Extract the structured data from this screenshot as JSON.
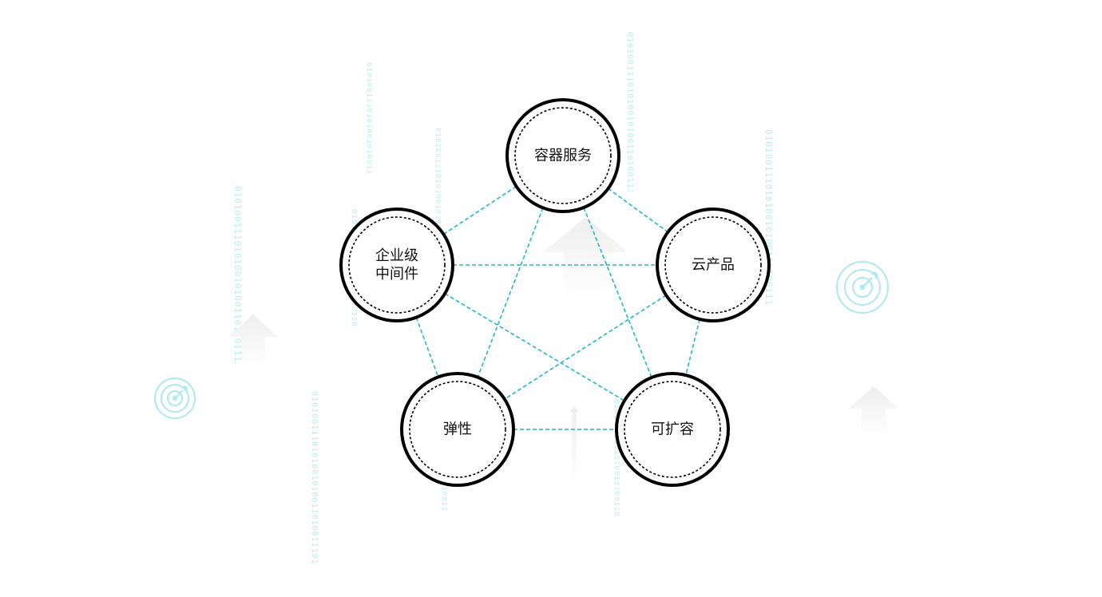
{
  "nodes": [
    {
      "id": "container",
      "label": "容器服务"
    },
    {
      "id": "middleware",
      "label": "企业级\n中间件"
    },
    {
      "id": "cloud",
      "label": "云产品"
    },
    {
      "id": "elastic",
      "label": "弹性"
    },
    {
      "id": "scalable",
      "label": "可扩容"
    }
  ],
  "edges": [
    [
      "container",
      "middleware"
    ],
    [
      "container",
      "cloud"
    ],
    [
      "middleware",
      "cloud"
    ],
    [
      "middleware",
      "elastic"
    ],
    [
      "cloud",
      "scalable"
    ],
    [
      "elastic",
      "scalable"
    ],
    [
      "container",
      "elastic"
    ],
    [
      "container",
      "scalable"
    ],
    [
      "middleware",
      "scalable"
    ],
    [
      "cloud",
      "elastic"
    ]
  ],
  "binary_strings": [
    "0101001110101001010011010011101",
    "0101001110101001010011010011101",
    "0101001110101001010011010011101",
    "0101001110101001010011010011101",
    "0101001110101001010011010011101",
    "0101001110101001010011010011101",
    "0101001110101001010011010011101",
    "0101001110101001010011010011101",
    "0101001110101001010011010011101"
  ],
  "colors": {
    "edge": "#1fb8cf",
    "node_stroke": "#000000",
    "binary_text": "#b9ecf3",
    "target_icon": "#9fe3ee",
    "arrow_fill": "#f0f0f0"
  },
  "decorations": {
    "icons": [
      "target-icon",
      "target-icon"
    ],
    "arrows": [
      "up-arrow-icon",
      "up-arrow-icon",
      "up-arrow-icon",
      "up-arrow-icon",
      "up-arrow-icon"
    ]
  }
}
